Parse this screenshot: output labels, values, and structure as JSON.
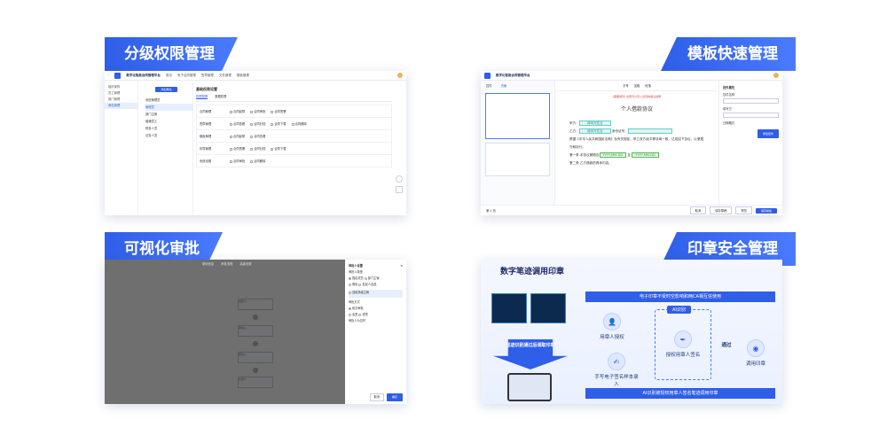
{
  "panels": {
    "permission": {
      "title": "分级权限管理",
      "app_name": "数字化智能合同管理平台",
      "nav": [
        "首页",
        "电子合同管理",
        "签章管理",
        "文件管理",
        "模板管理"
      ],
      "sidebar": [
        "组织架构",
        "员工管理",
        "部门管理",
        "角色管理"
      ],
      "add_button": "添加角色",
      "section_title": "基础权限设置",
      "tabs": [
        "权限配置",
        "数据权限"
      ],
      "roles": [
        "系统管理员",
        "管理员",
        "部门主管",
        "普通员工",
        "财务人员",
        "法务人员"
      ],
      "groups": [
        "合同管理",
        "签章管理",
        "模板管理",
        "印章管理",
        "系统设置"
      ],
      "permissions": [
        "合同起草",
        "合同审批",
        "合同签署",
        "合同查看",
        "合同归档",
        "合同下载",
        "合同删除"
      ]
    },
    "template": {
      "title": "模板快速管理",
      "app_name": "数字化智能合同管理平台",
      "toolbar": [
        "字号",
        "加粗",
        "段落"
      ],
      "notice": "[需要填写] 这里可以写入合同的备注说明",
      "doc_title": "个人借款协议",
      "fields": {
        "party_a_label": "甲方：",
        "party_a_value": "请填写姓名",
        "party_b_label": "乙方：",
        "party_b_value": "请填写姓名",
        "id_label": "身份证号：",
        "date_placeholder": "YYYY-MM-DD"
      },
      "paragraphs": [
        "根据《中华人民共和国民法典》及有关规定，甲乙双方经平等协商一致，达成如下协议，以便遵守和执行。",
        "第一条  本协议期限自",
        "至",
        "第二条  乙方借款的具体内容。"
      ],
      "page_label": "第 1 页",
      "side_tabs": [
        "控件",
        "页面"
      ],
      "right_panel_title": "控件属性",
      "right_fields": [
        "控件名称",
        "填写方",
        "日期格式"
      ],
      "right_button": "添加控件",
      "footer_buttons": [
        "取消",
        "保存草稿",
        "预览",
        "保存模板"
      ]
    },
    "approval": {
      "title": "可视化审批",
      "steps": [
        "基础信息",
        "审批流程",
        "高级设置"
      ],
      "drawer_title": "审批人设置",
      "sections": [
        "审批人类型",
        "审批方式",
        "审批人为空时"
      ],
      "options": [
        "指定成员",
        "部门主管",
        "角色",
        "发起人自选",
        "连续多级主管",
        "依次审批",
        "会签",
        "或签"
      ],
      "nodes": [
        "发起人",
        "审批人",
        "审批人",
        "抄送人"
      ],
      "footer": [
        "取消",
        "确定"
      ]
    },
    "seal": {
      "title": "印章安全管理",
      "headline": "数字笔迹调用印章",
      "screen_caption": "笔迹识别通过后调取印章",
      "banner": "电子印章不受时空影响和两CA相互信使用",
      "ai_label": "AI识别",
      "steps": [
        "用章人授权",
        "手写电子签名样本录入",
        "授权用章人签名",
        "通过",
        "调用印章"
      ],
      "bottom_banner": "AI识别被授权用章人签名笔迹调用印章"
    }
  }
}
